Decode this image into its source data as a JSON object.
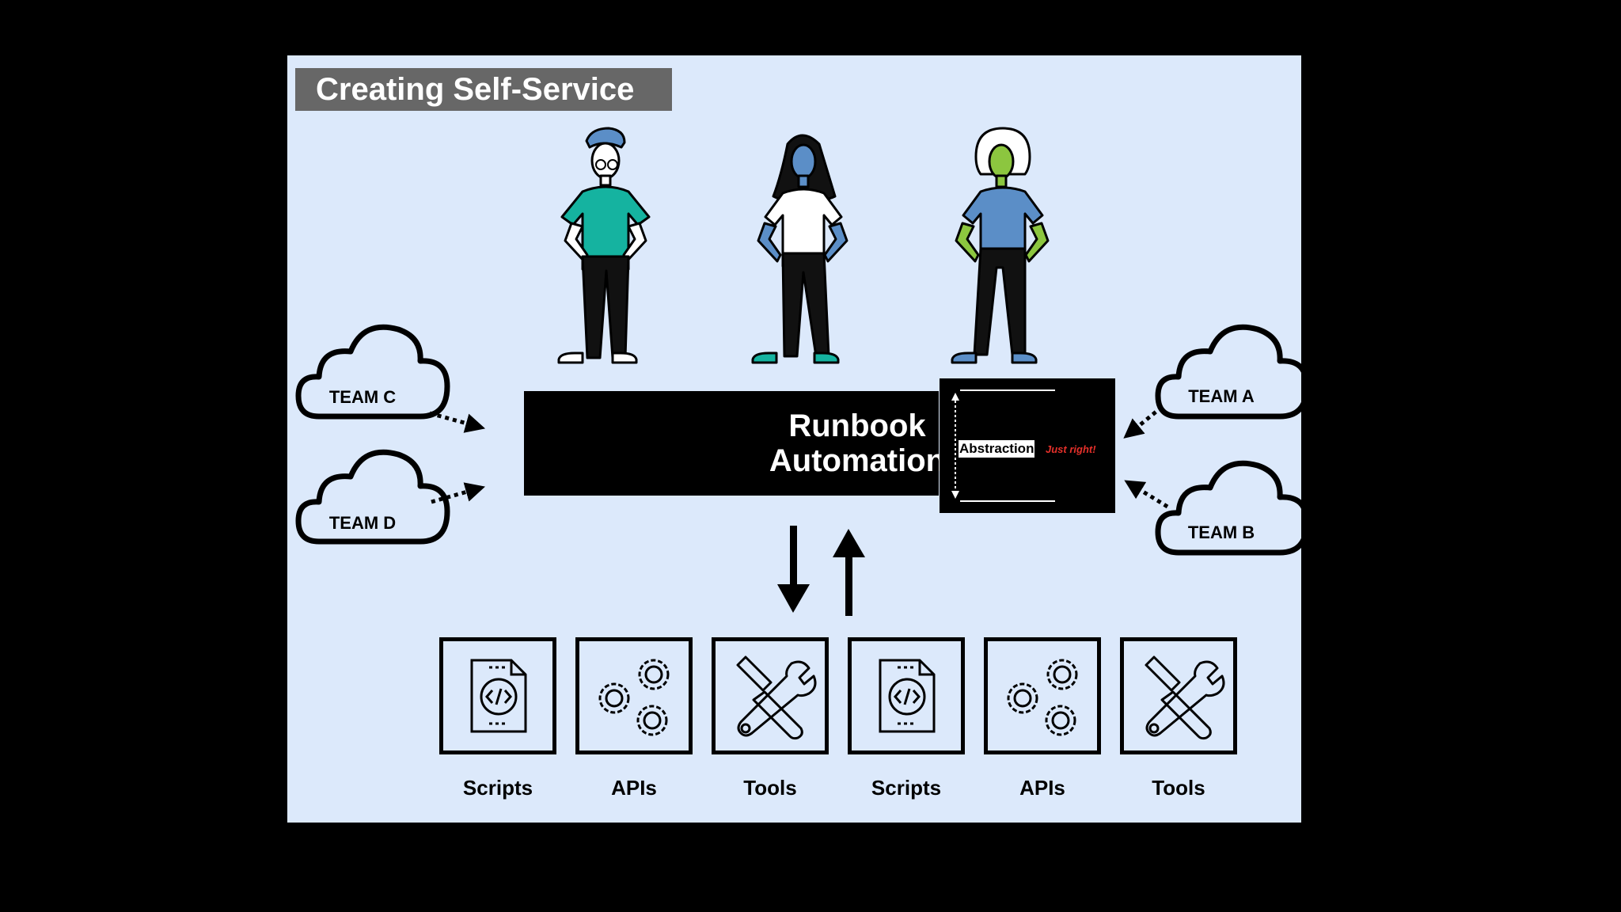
{
  "title": "Creating Self-Service",
  "center": {
    "line1": "Runbook",
    "line2": "Automation"
  },
  "abstraction": {
    "label": "Abstraction",
    "note": "Just right!"
  },
  "teams": [
    "TEAM C",
    "TEAM D",
    "TEAM A",
    "TEAM B"
  ],
  "resources": [
    "Scripts",
    "APIs",
    "Tools",
    "Scripts",
    "APIs",
    "Tools"
  ],
  "people": [
    "person-teal-shirt",
    "person-white-shirt",
    "person-blue-shirt"
  ],
  "colors": {
    "slide_background": "#dce9fb",
    "title_background": "#676767",
    "accent_note": "#e5302a"
  }
}
